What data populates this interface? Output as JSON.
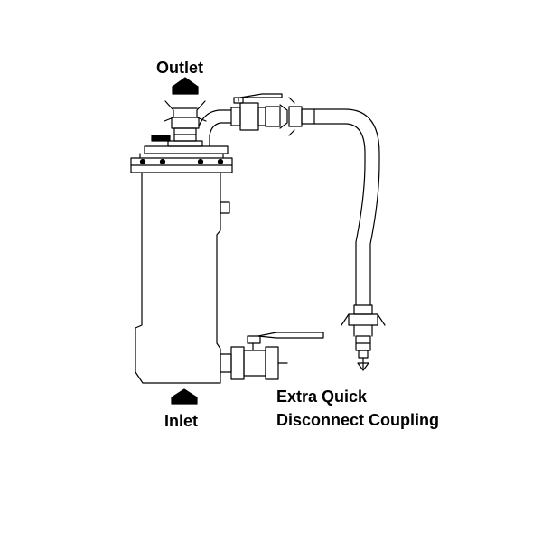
{
  "labels": {
    "outlet": "Outlet",
    "inlet": "Inlet",
    "coupling_line1": "Extra Quick",
    "coupling_line2": "Disconnect Coupling"
  },
  "colors": {
    "line": "#000000",
    "background": "#ffffff"
  }
}
